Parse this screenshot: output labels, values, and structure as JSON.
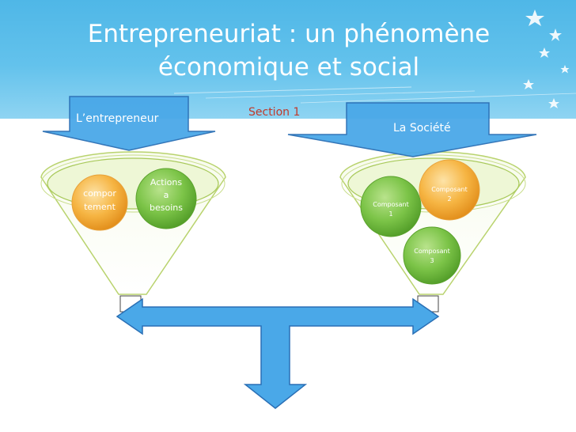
{
  "title": {
    "line1": "Entrepreneuriat : un phénomène",
    "line2": "économique et social"
  },
  "labels": {
    "entrepreneur": "L’entrepreneur",
    "section": "Section 1",
    "societe": "La Société"
  },
  "left_funnel": {
    "circles": [
      {
        "line1": "compor",
        "line2": "tement"
      },
      {
        "line1": "Actions",
        "line2": "a",
        "line3": "besoins"
      }
    ]
  },
  "right_funnel": {
    "circles": [
      {
        "line1": "Composant",
        "line2": "1"
      },
      {
        "line1": "Composant",
        "line2": "2"
      },
      {
        "line1": "Composant",
        "line2": "3"
      }
    ]
  },
  "colors": {
    "title_band": "#5cbfea",
    "arrow_fill": "#4aa8e8",
    "arrow_stroke": "#2a6fb5",
    "orange_circle": "#f2a52a",
    "green_circle": "#6fb83a",
    "funnel_stroke": "#b9d36e",
    "section_text": "#c0392b"
  }
}
